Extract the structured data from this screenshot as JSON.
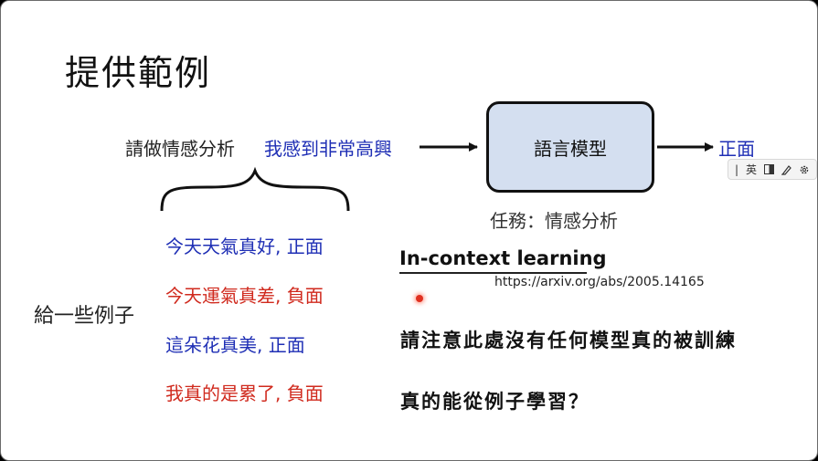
{
  "slide": {
    "title": "提供範例",
    "instruction": "請做情感分析",
    "input_text": "我感到非常高興",
    "model_label": "語言模型",
    "task_label": "任務：情感分析",
    "output_label": "正面",
    "examples": [
      {
        "text": "今天天氣真好, 正面",
        "color": "#1f2fb5"
      },
      {
        "text": "今天運氣真差, 負面",
        "color": "#d02a1e"
      },
      {
        "text": "這朵花真美, 正面",
        "color": "#1f2fb5"
      },
      {
        "text": "我真的是累了, 負面",
        "color": "#d02a1e"
      }
    ],
    "give_examples_label": "給一些例子",
    "icl_title": "In-context learning",
    "icl_url": "https://arxiv.org/abs/2005.14165",
    "note_1": "請注意此處沒有任何模型真的被訓練",
    "note_2": "真的能從例子學習？"
  },
  "ime_toolbar": {
    "separator": "|",
    "language_label": "英",
    "icons": [
      "half-width-icon",
      "pen-icon",
      "gear-icon"
    ]
  }
}
